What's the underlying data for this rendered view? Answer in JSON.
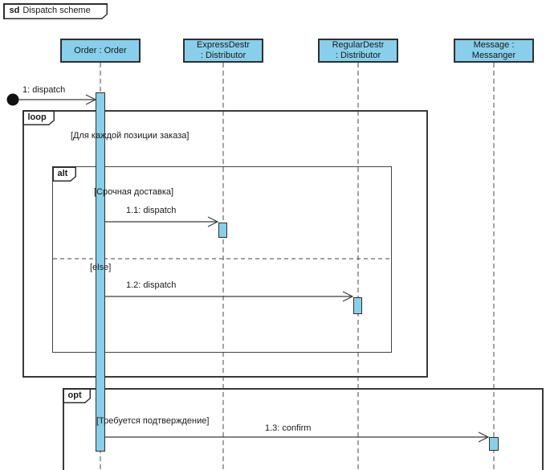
{
  "title": {
    "keyword": "sd",
    "name": "Dispatch scheme"
  },
  "lifelines": [
    {
      "id": "order",
      "line1": "Order : Order",
      "line2": ""
    },
    {
      "id": "express",
      "line1": "ExpressDestr",
      "line2": ": Distributor"
    },
    {
      "id": "regular",
      "line1": "RegularDestr",
      "line2": ": Distributor"
    },
    {
      "id": "message",
      "line1": "Message :",
      "line2": "Messanger"
    }
  ],
  "fragments": {
    "loop": {
      "operator": "loop",
      "guard": "[Для каждой позиции заказа]"
    },
    "alt": {
      "operator": "alt",
      "guard_if": "[Срочная доставка]",
      "guard_else": "[else]"
    },
    "opt": {
      "operator": "opt",
      "guard": "[Требуется подтверждение]"
    }
  },
  "messages": {
    "m1": {
      "label": "1: dispatch"
    },
    "m11": {
      "label": "1.1: dispatch"
    },
    "m12": {
      "label": "1.2: dispatch"
    },
    "m13": {
      "label": "1.3: confirm"
    }
  },
  "colors": {
    "shape_fill": "#87CFEB",
    "shape_border": "#2F2F2F",
    "line": "#4A4A4A",
    "text": "#1A1A1A",
    "background": "#FFFFFF"
  }
}
